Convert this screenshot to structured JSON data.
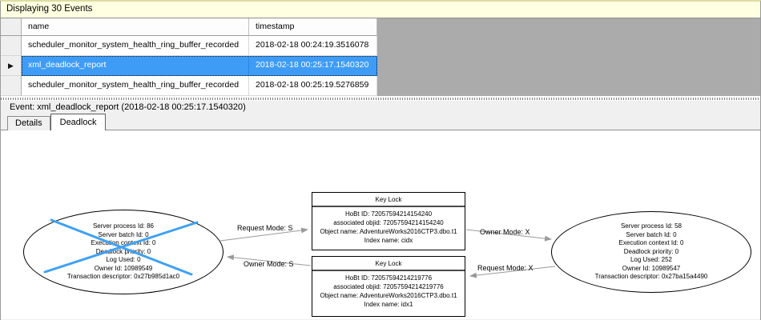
{
  "window": {
    "title_bar": "Displaying 30 Events"
  },
  "events_table": {
    "columns": [
      {
        "label": "name"
      },
      {
        "label": "timestamp"
      }
    ],
    "selected_row_marker": "▶",
    "rows": [
      {
        "name": "scheduler_monitor_system_health_ring_buffer_recorded",
        "timestamp": "2018-02-18 00:24:19.3516078",
        "selected": false
      },
      {
        "name": "xml_deadlock_report",
        "timestamp": "2018-02-18 00:25:17.1540320",
        "selected": true
      },
      {
        "name": "scheduler_monitor_system_health_ring_buffer_recorded",
        "timestamp": "2018-02-18 00:25:19.5276859",
        "selected": false
      }
    ]
  },
  "event_details": {
    "header": "Event: xml_deadlock_report (2018-02-18 00:25:17.1540320)",
    "tabs": [
      {
        "label": "Details",
        "active": false
      },
      {
        "label": "Deadlock",
        "active": true
      }
    ]
  },
  "deadlock_graph": {
    "victim_process": {
      "role": "deadlock-victim",
      "crossed_out": true,
      "lines": [
        "Server process Id: 86",
        "Server batch Id: 0",
        "Execution context Id: 0",
        "Deadlock priority: 0",
        "Log Used: 0",
        "Owner Id: 10989549",
        "Transaction descriptor: 0x27b985d1ac0"
      ]
    },
    "owner_process": {
      "role": "survivor",
      "crossed_out": false,
      "lines": [
        "Server process Id: 58",
        "Server batch Id: 0",
        "Execution context Id: 0",
        "Deadlock priority: 0",
        "Log Used: 252",
        "Owner Id: 10989547",
        "Transaction descriptor: 0x27ba15a4490"
      ]
    },
    "locks": [
      {
        "title": "Key Lock",
        "lines": [
          "HoBt ID: 72057594214154240",
          "associated objid: 72057594214154240",
          "Object name: AdventureWorks2016CTP3.dbo.t1",
          "Index name: cidx"
        ]
      },
      {
        "title": "Key Lock",
        "lines": [
          "HoBt ID: 72057594214219776",
          "associated objid: 72057594214219776",
          "Object name: AdventureWorks2016CTP3.dbo.t1",
          "Index name: idx1"
        ]
      }
    ],
    "edges": [
      {
        "label": "Request Mode: S"
      },
      {
        "label": "Owner Mode: S"
      },
      {
        "label": "Owner Mode: X"
      },
      {
        "label": "Request Mode: X"
      }
    ]
  },
  "colors": {
    "selection": "#3E9CF6",
    "selection_text": "#FFFFFF",
    "victim_cross": "#3FA1F3",
    "info_bar_bg": "#FFFFE1",
    "table_filler": "#ABABAB",
    "arrow": "#9A9A9A"
  }
}
